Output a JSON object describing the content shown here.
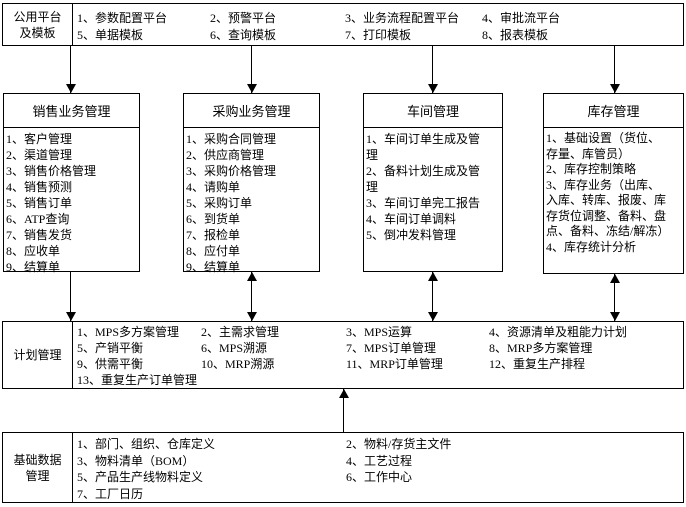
{
  "diagram": {
    "top_box": {
      "label_lines": [
        "公用平台",
        "及模板"
      ],
      "rows": [
        [
          "1、参数配置平台",
          "2、预警平台",
          "3、业务流程配置平台",
          "4、审批流平台"
        ],
        [
          "5、单据模板",
          "6、查询模板",
          "7、打印模板",
          "8、报表模板"
        ]
      ]
    },
    "modules": [
      {
        "title": "销售业务管理",
        "items": [
          "1、客户管理",
          "2、渠道管理",
          "3、销售价格管理",
          "4、销售预测",
          "5、销售订单",
          "6、ATP查询",
          "7、销售发货",
          "8、应收单",
          "9、结算单"
        ]
      },
      {
        "title": "采购业务管理",
        "items": [
          "1、采购合同管理",
          "2、供应商管理",
          "3、采购价格管理",
          "4、请购单",
          "5、采购订单",
          "6、到货单",
          "7、报检单",
          "8、应付单",
          "9、结算单"
        ]
      },
      {
        "title": "车间管理",
        "items": [
          "1、车间订单生成及管理",
          "2、备料计划生成及管理",
          "3、车间订单完工报告",
          "4、车间订单调料",
          "5、倒冲发料管理"
        ]
      },
      {
        "title": "库存管理",
        "items": [
          "1、基础设置（货位、存量、库管员）",
          "2、库存控制策略",
          "3、库存业务（出库、入库、转库、报废、库存货位调整、备料、盘点、备料、冻结/解冻）",
          "4、库存统计分析"
        ]
      }
    ],
    "planning_box": {
      "label": "计划管理",
      "columns": [
        [
          "1、MPS多方案管理",
          "5、产销平衡",
          "9、供需平衡",
          "13、重复生产订单管理"
        ],
        [
          "2、主需求管理",
          "6、MPS溯源",
          "10、MRP溯源"
        ],
        [
          "3、MPS运算",
          "7、MPS订单管理",
          "11、MRP订单管理"
        ],
        [
          "4、资源清单及粗能力计划",
          "8、MRP多方案管理",
          "12、重复生产排程"
        ]
      ]
    },
    "base_data_box": {
      "label_lines": [
        "基础数据",
        "管理"
      ],
      "columns": [
        [
          "1、部门、组织、仓库定义",
          "3、物料清单（BOM）",
          "5、产品生产线物料定义",
          "7、工厂日历"
        ],
        [
          "2、物料/存货主文件",
          "4、工艺过程",
          "6、工作中心"
        ]
      ]
    },
    "colors": {
      "line": "#000000",
      "background": "#ffffff"
    }
  }
}
